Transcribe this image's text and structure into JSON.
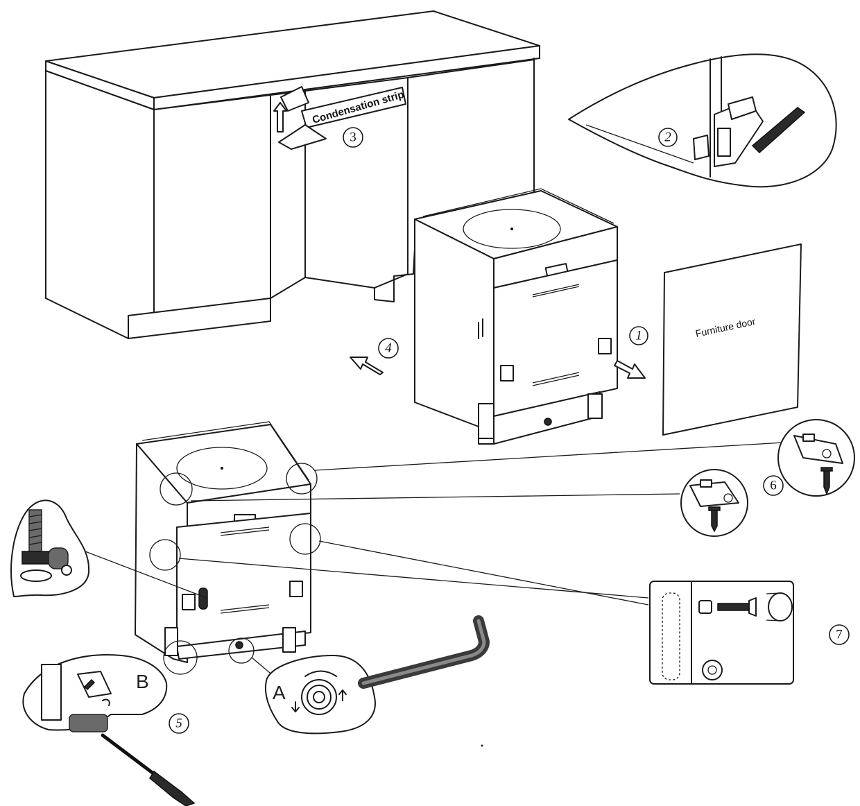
{
  "labels": {
    "condensation_strip": "Condensation strip",
    "furniture_door": "Furniture door",
    "letter_a": "A",
    "letter_b": "B"
  },
  "steps": {
    "step_1": "1",
    "step_2": "2",
    "step_3": "3",
    "step_4": "4",
    "step_5": "5",
    "step_6": "6",
    "step_7": "7"
  }
}
